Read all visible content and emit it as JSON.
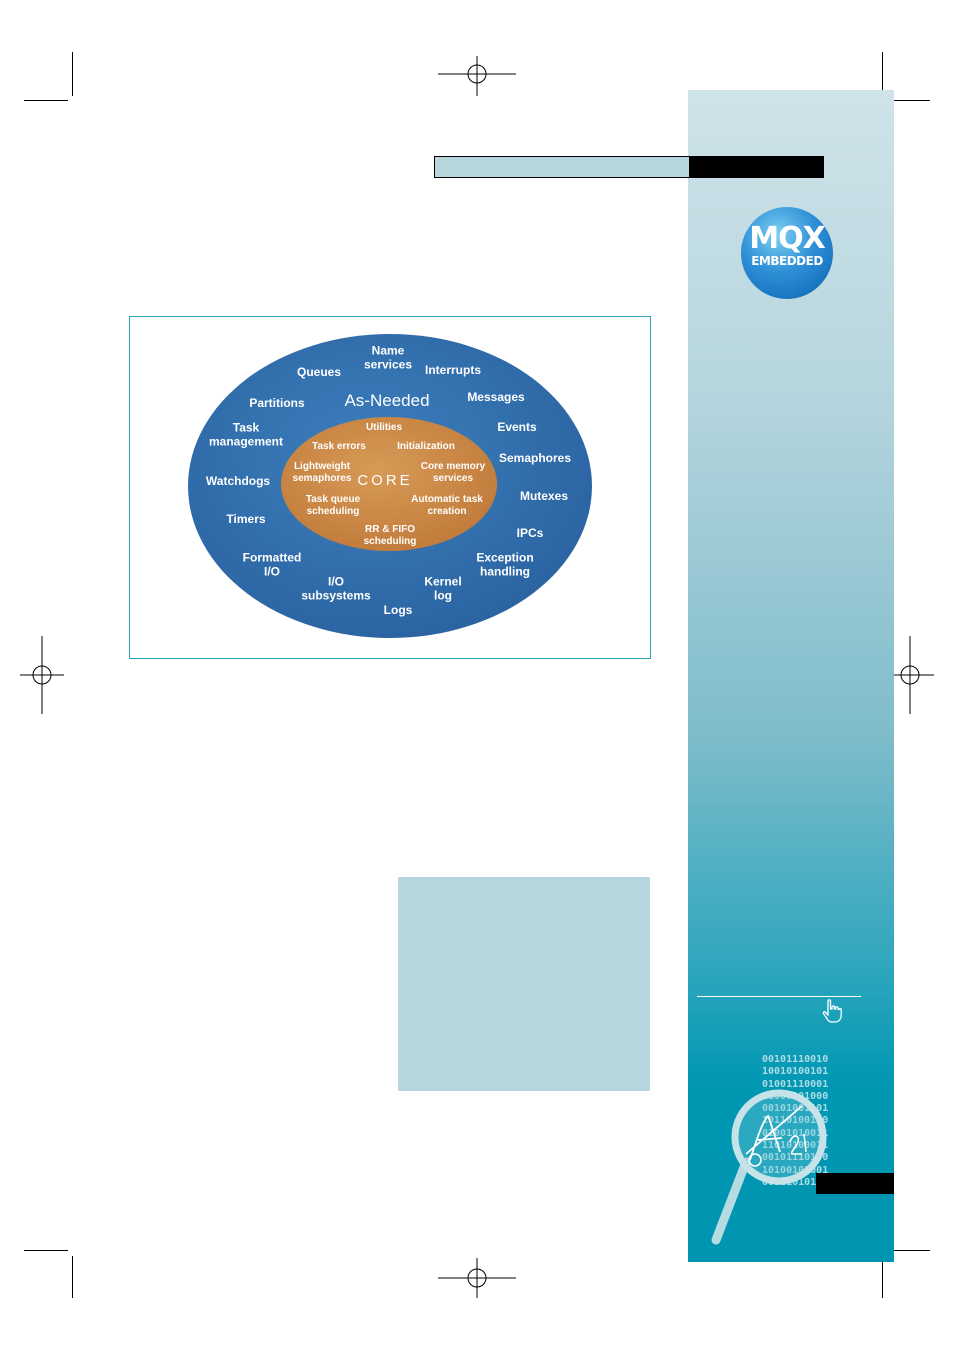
{
  "diagram": {
    "outer_title": "As-Needed",
    "core_title": "CORE",
    "outer_items": [
      "Name\nservices",
      "Queues",
      "Interrupts",
      "Partitions",
      "Messages",
      "Task\nmanagement",
      "Events",
      "Semaphores",
      "Watchdogs",
      "Mutexes",
      "Timers",
      "IPCs",
      "Formatted\nI/O",
      "Exception\nhandling",
      "I/O\nsubsystems",
      "Kernel\nlog",
      "Logs"
    ],
    "core_items": [
      "Utilities",
      "Task errors",
      "Initialization",
      "Lightweight\nsemaphores",
      "Core memory\nservices",
      "Task queue\nscheduling",
      "Automatic task\ncreation",
      "RR & FIFO\nscheduling"
    ],
    "colors": {
      "outer_ellipse": "#2f6fae",
      "core_ellipse": "#c98a48",
      "frame": "#2aa0b6"
    }
  },
  "logo": {
    "line1": "MQX",
    "line2": "EMBEDDED"
  },
  "sidebar": {
    "binary_lines": [
      "00101110010",
      "10010100101",
      "01001110001",
      "11000101000",
      "00101001101",
      "10110100100",
      "01001010011",
      "11010100011",
      "00101110100",
      "10100101001",
      "00111010101"
    ],
    "icons": [
      "pointing-hand-icon",
      "magnifier-icon"
    ]
  }
}
